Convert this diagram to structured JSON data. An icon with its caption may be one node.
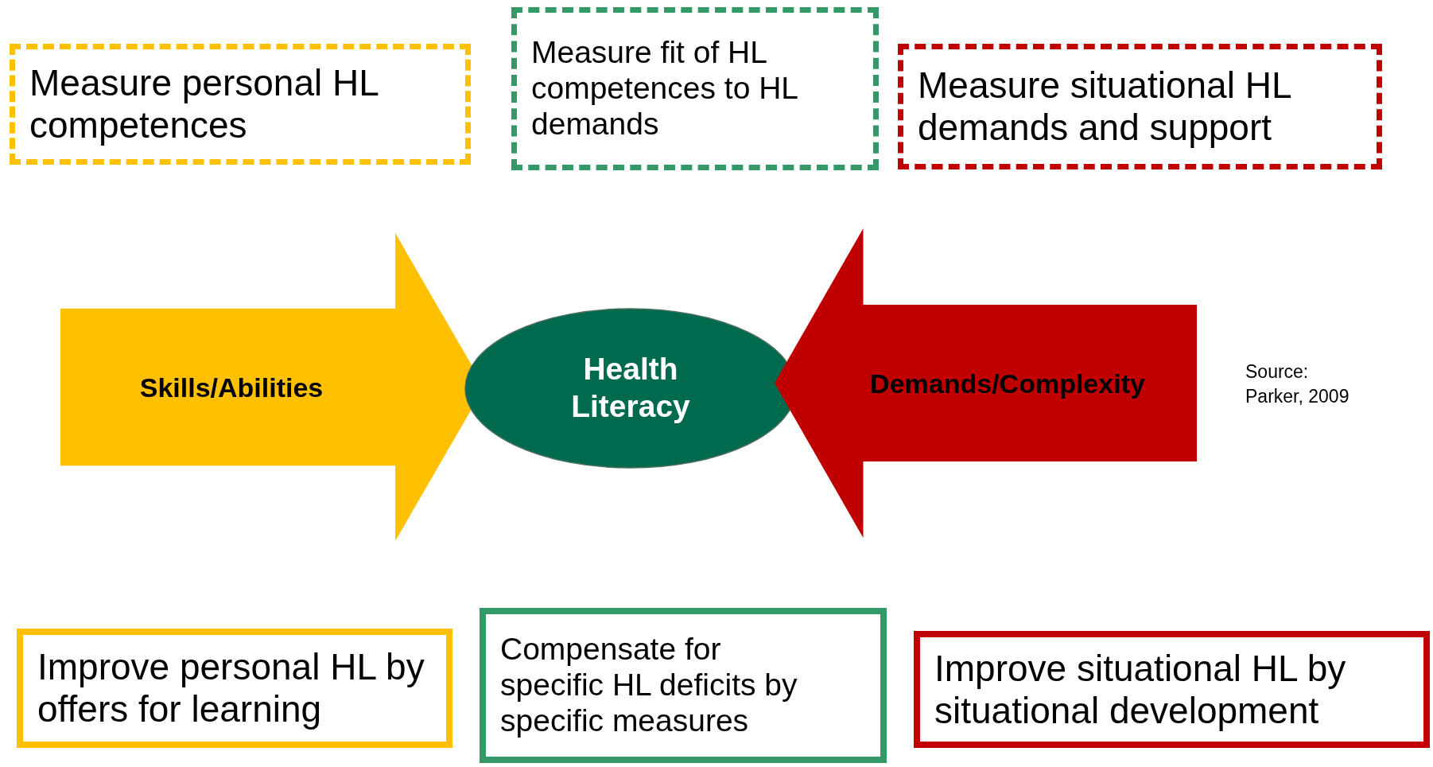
{
  "diagram": {
    "nodes": [
      {
        "text": [
          "Measure personal HL competences"
        ]
      },
      {
        "text": [
          "Measure fit of HL competences to HL demands"
        ]
      },
      {
        "text": [
          "Measure situational HL demands and support"
        ]
      },
      {
        "text": [
          "Skills/Abilities"
        ]
      },
      {
        "text": [
          "Health Literacy"
        ]
      },
      {
        "text": [
          "Demands/Complexity"
        ]
      },
      {
        "text": [
          "Improve personal HL by offers for learning"
        ]
      },
      {
        "text": [
          "Compensate for specific HL deficits by specific measures"
        ]
      },
      {
        "text": [
          "Improve situational HL by situational development"
        ]
      }
    ],
    "labels": [
      "Source: Parker, 2009"
    ]
  }
}
